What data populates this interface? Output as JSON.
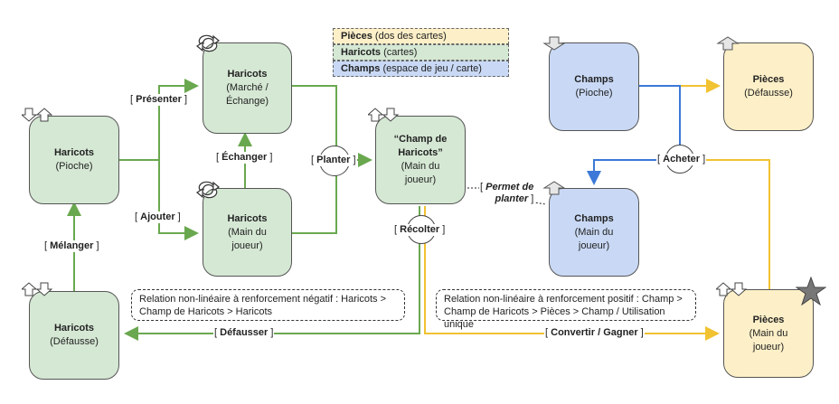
{
  "legend": [
    {
      "bold": "Pièces",
      "rest": " (dos des cartes)",
      "color": "#fdf0c8"
    },
    {
      "bold": "Haricots",
      "rest": " (cartes)",
      "color": "#d5e8d4"
    },
    {
      "bold": "Champs",
      "rest": " (espace de jeu / carte)",
      "color": "#c9d9f5"
    }
  ],
  "nodes": {
    "haricots_pioche": {
      "title": "Haricots",
      "sub": "(Pioche)"
    },
    "haricots_marche": {
      "title": "Haricots",
      "sub1": "(Marché /",
      "sub2": "Échange)"
    },
    "haricots_main": {
      "title": "Haricots",
      "sub1": "(Main du",
      "sub2": "joueur)"
    },
    "haricots_defausse": {
      "title": "Haricots",
      "sub": "(Défausse)"
    },
    "champ_de_haricots": {
      "title1": "“Champ de",
      "title2": "Haricots”",
      "sub1": "(Main du",
      "sub2": "joueur)"
    },
    "champs_pioche": {
      "title": "Champs",
      "sub": "(Pioche)"
    },
    "champs_main": {
      "title": "Champs",
      "sub1": "(Main du",
      "sub2": "joueur)"
    },
    "pieces_defausse": {
      "title": "Pièces",
      "sub": "(Défausse)"
    },
    "pieces_main": {
      "title": "Pièces",
      "sub1": "(Main du",
      "sub2": "joueur)"
    }
  },
  "labels": {
    "presenter": "Présenter",
    "ajouter": "Ajouter",
    "echanger": "Échanger",
    "planter": "Planter",
    "recolter": "Récolter",
    "melanger": "Mélanger",
    "defausser": "Défausser",
    "convertir": "Convertir / Gagner",
    "acheter": "Acheter",
    "permet1": "Permet de",
    "permet2": "planter"
  },
  "notes": {
    "negatif_1": "Relation non-linéaire à renforcement négatif : Haricots >",
    "negatif_2": "Champ de Haricots > Haricots",
    "positif_1": "Relation non-linéaire à renforcement positif : Champ >",
    "positif_2": "Champ de Haricots > Pièces > Champ / Utilisation unique"
  },
  "colors": {
    "green_flow": "#6aa84f",
    "yellow_flow": "#f1c232",
    "blue_flow": "#3c78d8"
  },
  "icons": [
    "arrows-swap-icon",
    "pile-out-icon",
    "pile-in-icon",
    "star-icon"
  ]
}
